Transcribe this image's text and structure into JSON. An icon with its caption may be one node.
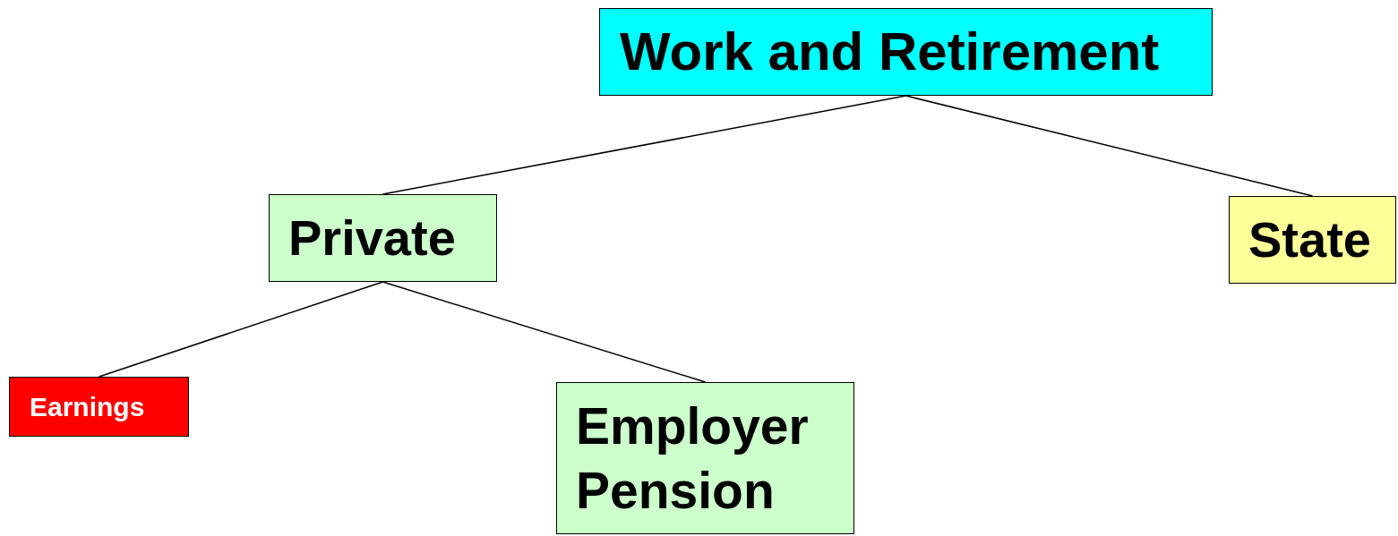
{
  "diagram": {
    "nodes": [
      {
        "text": [
          "Work and Retirement"
        ]
      },
      {
        "text": [
          "Private"
        ]
      },
      {
        "text": [
          "State"
        ]
      },
      {
        "text": [
          "Earnings"
        ]
      },
      {
        "text": [
          "Employer Pension"
        ]
      }
    ],
    "edges": [
      {
        "from": 0,
        "to": 1,
        "arrow": "none"
      },
      {
        "from": 0,
        "to": 2,
        "arrow": "none"
      },
      {
        "from": 1,
        "to": 3,
        "arrow": "none"
      },
      {
        "from": 1,
        "to": 4,
        "arrow": "none"
      }
    ]
  }
}
